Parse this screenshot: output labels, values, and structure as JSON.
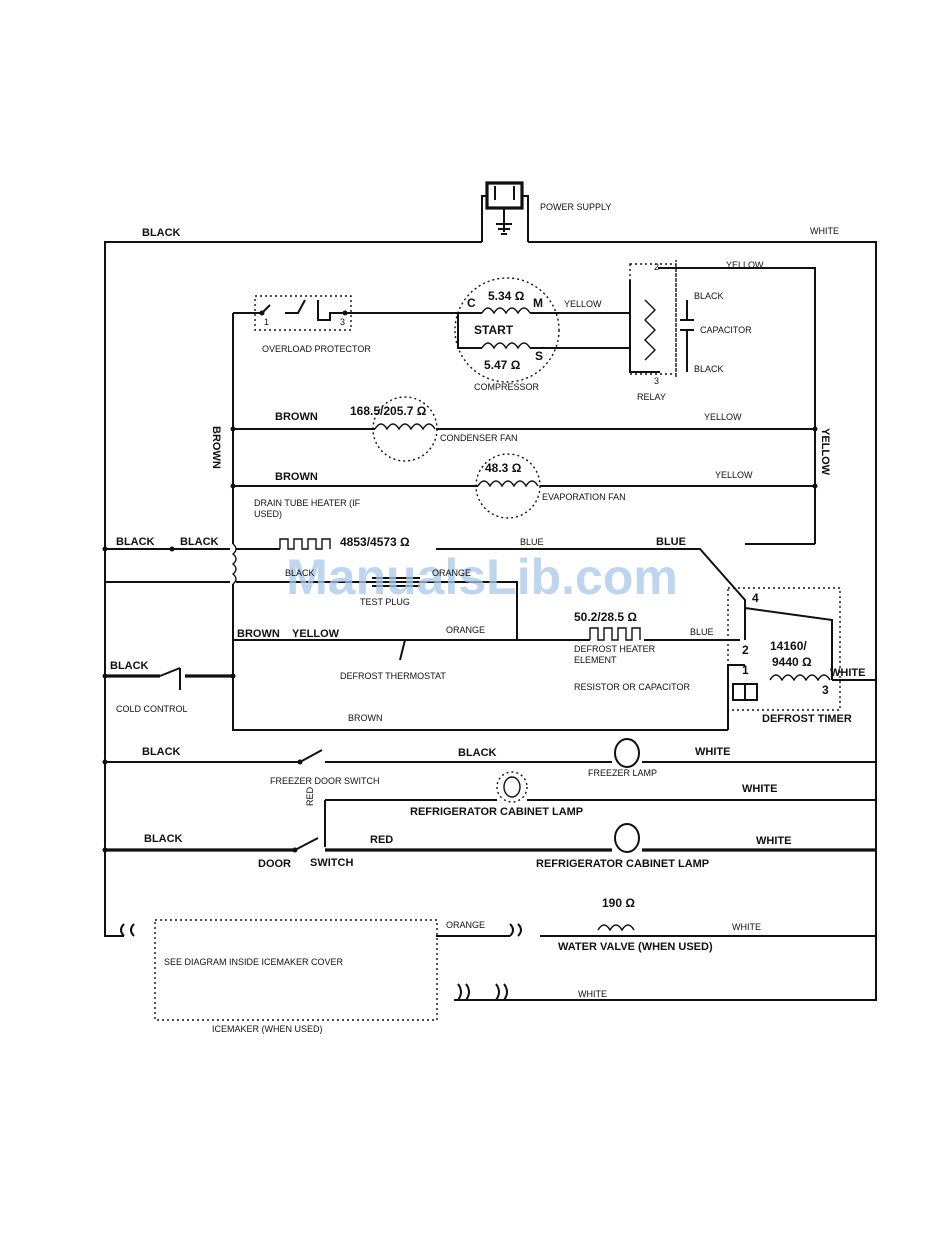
{
  "watermark": "ManualsLib.com",
  "power": {
    "label": "POWER SUPPLY"
  },
  "wires": {
    "black_top": "BLACK",
    "white_top": "WHITE",
    "yellow_relay": "YELLOW",
    "yellow_comp": "YELLOW",
    "black_relay_top": "BLACK",
    "black_relay_bot": "BLACK",
    "brown_cond": "BROWN",
    "yellow_cond": "YELLOW",
    "brown_evap": "BROWN",
    "yellow_evap": "YELLOW",
    "brown_vertical": "BROWN",
    "yellow_vertical": "YELLOW",
    "black_left1": "BLACK",
    "black_left2": "BLACK",
    "blue1": "BLUE",
    "blue2": "BLUE",
    "blue3": "BLUE",
    "black_pl": "BLACK",
    "orange_pl": "ORANGE",
    "brown_therm": "BROWN",
    "yellow_therm": "YELLOW",
    "orange_therm": "ORANGE",
    "black_cold": "BLACK",
    "brown_bottom": "BROWN",
    "white_timer": "WHITE",
    "black_fz1": "BLACK",
    "black_fz2": "BLACK",
    "white_fz": "WHITE",
    "white_cab1": "WHITE",
    "red_v": "RED",
    "black_door": "BLACK",
    "red_door": "RED",
    "white_cab2": "WHITE",
    "orange_valve": "ORANGE",
    "white_valve": "WHITE",
    "white_ice": "WHITE"
  },
  "components": {
    "overload": {
      "name": "OVERLOAD PROTECTOR",
      "pin1": "1",
      "pin3": "3"
    },
    "compressor": {
      "name": "COMPRESSOR",
      "run_ohm": "5.34 Ω",
      "start_ohm": "5.47 Ω",
      "start_label": "START",
      "c": "C",
      "m": "M",
      "s": "S"
    },
    "relay": {
      "name": "RELAY",
      "pin2": "2",
      "pin3": "3",
      "capacitor": "CAPACITOR"
    },
    "condenser_fan": {
      "name": "CONDENSER FAN",
      "ohm": "168.5/205.7 Ω"
    },
    "evaporator_fan": {
      "name": "EVAPORATION FAN",
      "ohm": "48.3 Ω"
    },
    "drain_heater": {
      "name": "DRAIN TUBE HEATER (IF USED)",
      "ohm": "4853/4573 Ω"
    },
    "test_plug": {
      "name": "TEST PLUG"
    },
    "defrost_heater": {
      "name": "DEFROST HEATER ELEMENT",
      "ohm": "50.2/28.5 Ω",
      "note": "RESISTOR OR CAPACITOR"
    },
    "defrost_thermostat": {
      "name": "DEFROST THERMOSTAT"
    },
    "defrost_timer": {
      "name": "DEFROST TIMER",
      "ohm_a": "14160/",
      "ohm_b": "9440 Ω",
      "pin1": "1",
      "pin2": "2",
      "pin3": "3",
      "pin4": "4"
    },
    "cold_control": {
      "name": "COLD CONTROL"
    },
    "freezer_door_switch": {
      "name": "FREEZER DOOR SWITCH"
    },
    "freezer_lamp": {
      "name": "FREEZER LAMP"
    },
    "cabinet_lamp1": {
      "name": "REFRIGERATOR CABINET LAMP"
    },
    "cabinet_lamp2": {
      "name": "REFRIGERATOR CABINET LAMP"
    },
    "door_switch": {
      "door": "DOOR",
      "switch": "SWITCH"
    },
    "water_valve": {
      "name": "WATER VALVE (WHEN USED)",
      "ohm": "190 Ω"
    },
    "icemaker": {
      "note": "SEE DIAGRAM INSIDE ICEMAKER COVER",
      "name": "ICEMAKER (WHEN USED)"
    }
  }
}
